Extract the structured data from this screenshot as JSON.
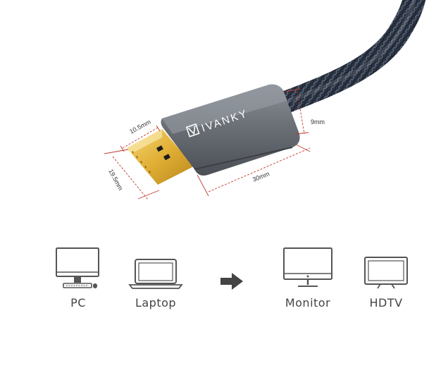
{
  "product": {
    "brand": "IVANKY",
    "brand_icon": "ivanky-logo-icon"
  },
  "dimensions": {
    "plug_width": "10.5mm",
    "plug_height": "19.5mm",
    "housing_thickness": "9mm",
    "housing_length": "30mm"
  },
  "compatibility": {
    "sources": [
      {
        "label": "PC",
        "icon": "desktop-pc-icon"
      },
      {
        "label": "Laptop",
        "icon": "laptop-icon"
      }
    ],
    "arrow_icon": "arrow-right-icon",
    "displays": [
      {
        "label": "Monitor",
        "icon": "monitor-icon"
      },
      {
        "label": "HDTV",
        "icon": "tv-icon"
      }
    ]
  },
  "colors": {
    "dimension_line": "#c0392b",
    "housing": "#6a6f76",
    "connector": "#e0b030",
    "cable": "#2c3440",
    "icon_stroke": "#555555"
  }
}
